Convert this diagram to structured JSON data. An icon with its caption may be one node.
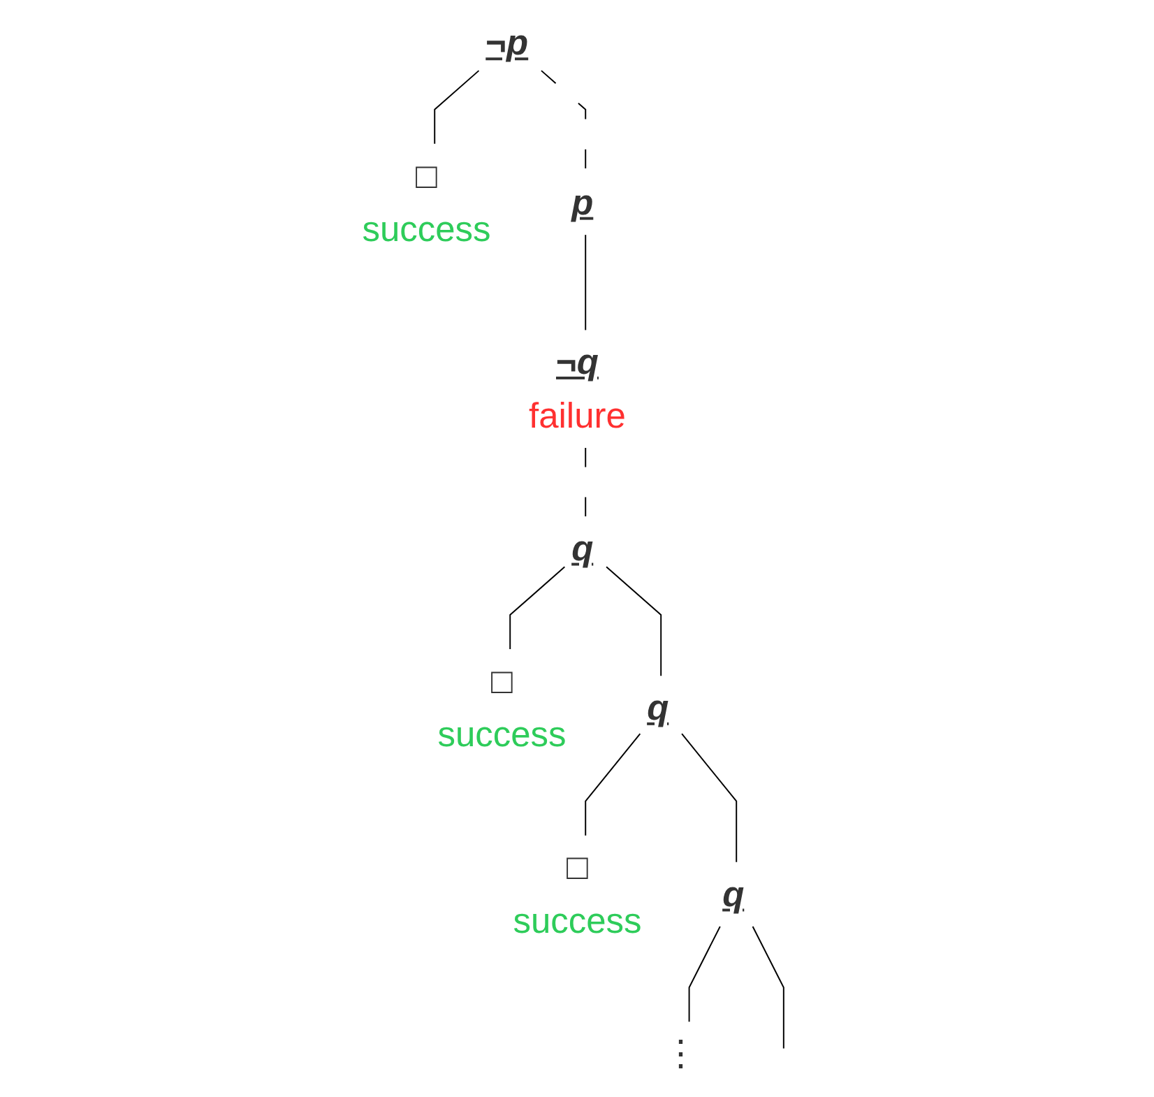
{
  "diagram": {
    "nodes": [
      {
        "text": [
          "¬p"
        ]
      },
      {
        "text": [
          "□"
        ],
        "beside": [
          "success"
        ]
      },
      {
        "text": [
          "p"
        ]
      },
      {
        "text": [
          "¬q"
        ],
        "beside": [
          "failure"
        ]
      },
      {
        "text": [
          "q"
        ]
      },
      {
        "text": [
          "□"
        ],
        "beside": [
          "success"
        ]
      },
      {
        "text": [
          "q"
        ]
      },
      {
        "text": [
          "□"
        ],
        "beside": [
          "success"
        ]
      },
      {
        "text": [
          "q"
        ]
      },
      {
        "text": [
          "⋮"
        ]
      }
    ],
    "edges": [
      {
        "from": 0,
        "to": 1,
        "arrow": "none"
      },
      {
        "from": 0,
        "to": 2,
        "arrow": "none",
        "style": "dashed"
      },
      {
        "from": 2,
        "to": 3,
        "arrow": "none"
      },
      {
        "from": 3,
        "to": 4,
        "arrow": "none",
        "style": "dashed"
      },
      {
        "from": 4,
        "to": 5,
        "arrow": "none"
      },
      {
        "from": 4,
        "to": 6,
        "arrow": "none"
      },
      {
        "from": 6,
        "to": 7,
        "arrow": "none"
      },
      {
        "from": 6,
        "to": 8,
        "arrow": "none"
      },
      {
        "from": 8,
        "to": 9,
        "arrow": "none"
      },
      {
        "from": 8,
        "to": null,
        "arrow": "none"
      }
    ]
  }
}
